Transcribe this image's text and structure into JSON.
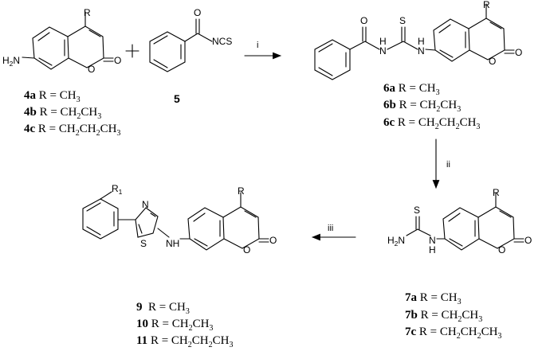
{
  "reagents": {
    "i": "i",
    "ii": "ii",
    "iii": "iii"
  },
  "atoms": {
    "R": "R",
    "O": "O",
    "S": "S",
    "N": "N",
    "H": "H",
    "H2N_main": "H",
    "H2N_sub": "2",
    "H2N_N": "N",
    "NCS": "NCS",
    "NH": "NH",
    "R1_main": "R",
    "R1_sub": "1"
  },
  "compounds": {
    "c4a": {
      "id": "4a",
      "text": " R = CH",
      "sub": "3"
    },
    "c4b": {
      "id": "4b",
      "text": " R = CH",
      "sub1": "2",
      "text2": "CH",
      "sub2": "3"
    },
    "c4c": {
      "id": "4c",
      "text": " R = CH",
      "sub1": "2",
      "text2": "CH",
      "sub2": "2",
      "text3": "CH",
      "sub3": "3"
    },
    "c5": {
      "id": "5"
    },
    "c6a": {
      "id": "6a",
      "text": " R = CH",
      "sub": "3"
    },
    "c6b": {
      "id": "6b",
      "text": " R = CH",
      "sub1": "2",
      "text2": "CH",
      "sub2": "3"
    },
    "c6c": {
      "id": "6c",
      "text": " R = CH",
      "sub1": "2",
      "text2": "CH",
      "sub2": "2",
      "text3": "CH",
      "sub3": "3"
    },
    "c7a": {
      "id": "7a",
      "text": " R = CH",
      "sub": "3"
    },
    "c7b": {
      "id": "7b",
      "text": " R = CH",
      "sub1": "2",
      "text2": "CH",
      "sub2": "3"
    },
    "c7c": {
      "id": "7c",
      "text": " R = CH",
      "sub1": "2",
      "text2": "CH",
      "sub2": "2",
      "text3": "CH",
      "sub3": "3"
    },
    "c9": {
      "id": "9",
      "text": "  R = CH",
      "sub": "3"
    },
    "c10": {
      "id": "10",
      "text": " R = CH",
      "sub1": "2",
      "text2": "CH",
      "sub2": "3"
    },
    "c11": {
      "id": "11",
      "text": " R = CH",
      "sub1": "2",
      "text2": "CH",
      "sub2": "2",
      "text3": "CH",
      "sub3": "3"
    }
  }
}
